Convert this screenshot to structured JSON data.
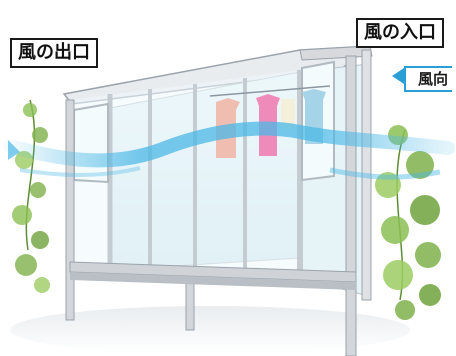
{
  "labels": {
    "wind_outlet": "風の出口",
    "wind_inlet": "風の入口",
    "wind_direction": "風向"
  },
  "colors": {
    "wind_arrow": "#4bb8e6",
    "label_border": "#1a1a1a",
    "direction_border": "#2a9fd6",
    "foliage": "#7fb04a",
    "frame": "#d7d9dc",
    "glass": "#dff1f6"
  },
  "icons": {
    "wind_flow": "wind-arrow-icon",
    "laundry": "hanging-clothes-icon",
    "plants": "climbing-vine-icon"
  }
}
